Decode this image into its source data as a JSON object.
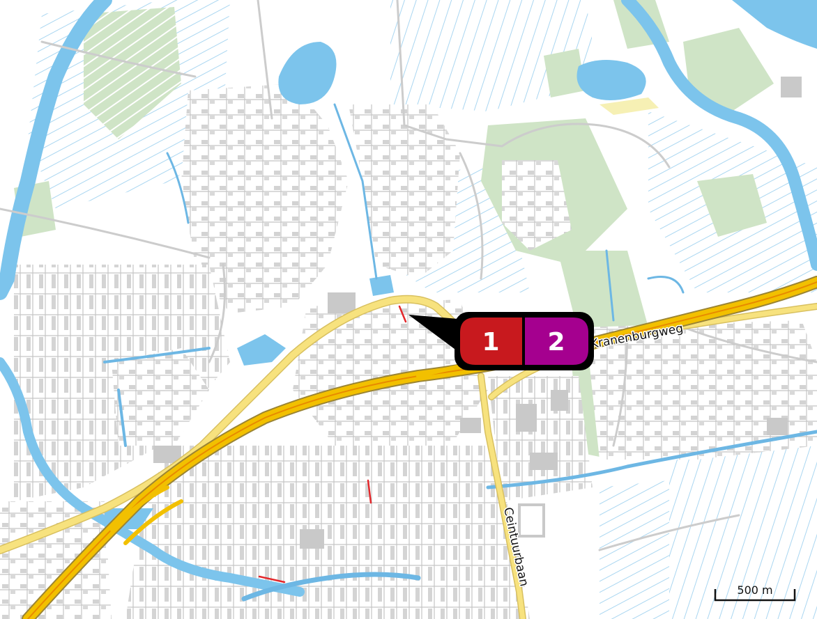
{
  "map": {
    "colors": {
      "background": "#ffffff",
      "water": "#7cc4ec",
      "waterline": "#6db7e4",
      "green": "#cfe4c6",
      "builtup": "#c9c9c9",
      "street": "#cccccc",
      "main_road": "#f7e27e",
      "motorway": "#f2c000",
      "motorway_edge": "#9a8434",
      "beach": "#f6f0b4",
      "disruption": "#e3272b"
    },
    "road_labels": {
      "kranenburgweg": "Kranenburgweg",
      "ceintuurbaan": "Ceintuurbaan"
    },
    "marker": {
      "items": [
        {
          "label": "1",
          "color": "#c8191e"
        },
        {
          "label": "2",
          "color": "#a5008f"
        }
      ]
    },
    "scale_bar": {
      "label": "500 m"
    }
  }
}
